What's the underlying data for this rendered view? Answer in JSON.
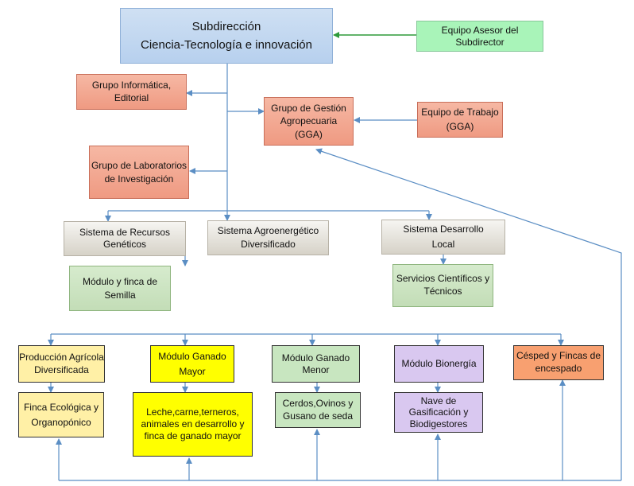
{
  "subdireccion": {
    "line1": "Subdirección",
    "line2": "Ciencia-Tecnología e innovación"
  },
  "equipo_asesor": {
    "line1": "Equipo Asesor del",
    "line2": "Subdirector"
  },
  "grupo_informatica": {
    "line1": "Grupo Informática,",
    "line2": "Editorial"
  },
  "grupo_gestion": {
    "line1": "Grupo de Gestión",
    "line2": "Agropecuaria",
    "line3": "(GGA)"
  },
  "equipo_trabajo": {
    "line1": "Equipo de Trabajo",
    "line2": "(GGA)"
  },
  "grupo_laboratorios": {
    "line1": "Grupo de Laboratorios",
    "line2": "de Investigación"
  },
  "sistema_recursos": {
    "line1": "Sistema de Recursos",
    "line2": "Genéticos"
  },
  "sistema_agroenergetico": {
    "line1": "Sistema Agroenergético",
    "line2": "Diversificado"
  },
  "sistema_desarrollo": {
    "line1": "Sistema Desarrollo",
    "line2": "Local"
  },
  "modulo_finca_semilla": {
    "line1": "Módulo y finca de",
    "line2": "Semilla"
  },
  "servicios_cientificos": {
    "line1": "Servicios Científicos y",
    "line2": "Técnicos"
  },
  "produccion_agricola": {
    "line1": "Producción Agrícola",
    "line2": "Diversificada"
  },
  "modulo_ganado_mayor": {
    "line1": "Módulo Ganado",
    "line2": "Mayor"
  },
  "modulo_ganado_menor": {
    "line1": "Módulo Ganado",
    "line2": "Menor"
  },
  "modulo_bionergia": {
    "line1": "Módulo Bionergía"
  },
  "cesped_fincas": {
    "line1": "Césped y Fincas de",
    "line2": "encespado"
  },
  "finca_ecologica": {
    "line1": "Finca Ecológica y",
    "line2": "Organopónico"
  },
  "leche_carne": {
    "line1": "Leche,carne,terneros,",
    "line2": "animales en desarrollo y",
    "line3": "finca de ganado mayor"
  },
  "cerdos_ovinos": {
    "line1": "Cerdos,Ovinos y",
    "line2": "Gusano de seda"
  },
  "nave_gasificacion": {
    "line1": "Nave de",
    "line2": "Gasificación y",
    "line3": "Biodigestores"
  },
  "colors": {
    "connector": "#5b8ec4",
    "advisor_arrow": "#2e9a3a"
  }
}
